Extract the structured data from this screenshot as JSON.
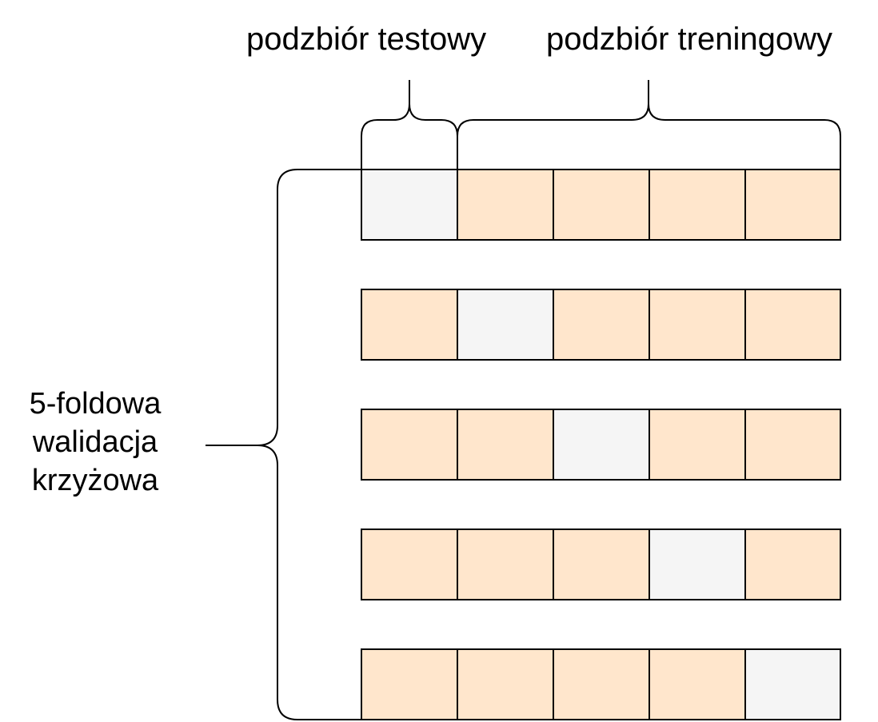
{
  "labels": {
    "test_subset": "podzbiór testowy",
    "train_subset": "podzbiór treningowy",
    "cross_validation": [
      "5-foldowa",
      "walidacja",
      "krzyżowa"
    ]
  },
  "colors": {
    "train_fill": "#ffe6cc",
    "test_fill": "#f5f5f5",
    "stroke": "#000000"
  },
  "folds": {
    "count": 5,
    "rows": [
      {
        "test_index": 0
      },
      {
        "test_index": 1
      },
      {
        "test_index": 2
      },
      {
        "test_index": 3
      },
      {
        "test_index": 4
      }
    ]
  }
}
